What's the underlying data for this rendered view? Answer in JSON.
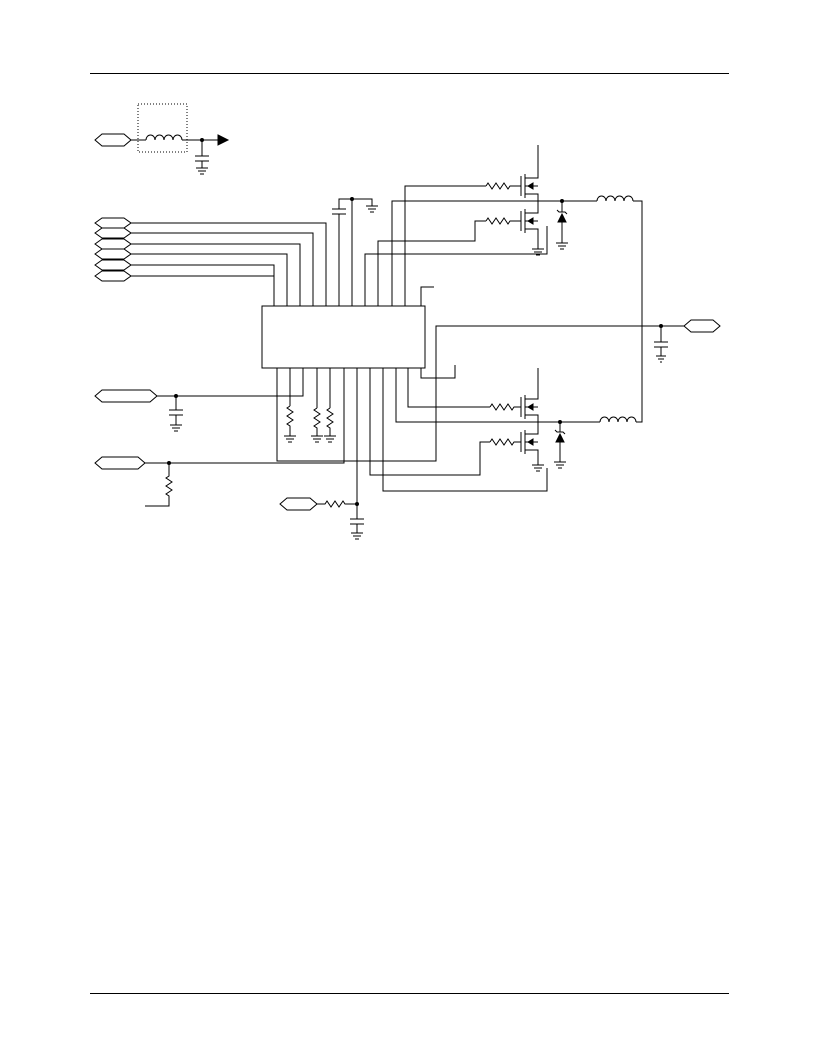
{
  "page": {
    "header_rule": true,
    "footer_rule": true
  },
  "schematic": {
    "type": "synchronous-buck-regulator-schematic",
    "stages": [
      "upper-phase",
      "lower-phase"
    ],
    "text_labels": []
  }
}
